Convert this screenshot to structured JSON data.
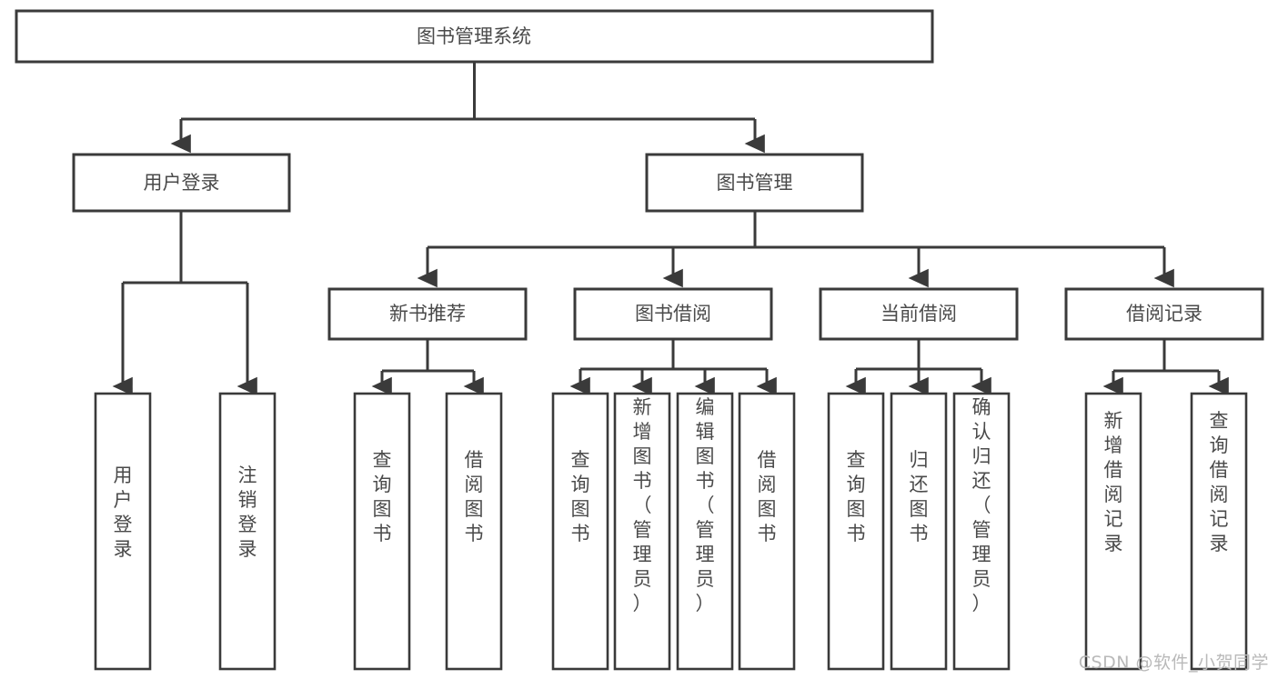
{
  "diagram": {
    "type": "tree-hierarchy-flowchart",
    "title": "图书管理系统",
    "orientation": "top-down",
    "watermark": "CSDN @软件_小贺同学",
    "colors": {
      "box_fill": "#ffffff",
      "box_stroke": "#3a3a3a",
      "text": "#4a4a4a",
      "background": "#ffffff",
      "watermark": "#b9b9b9"
    },
    "root": {
      "id": "root",
      "label": "图书管理系统"
    },
    "level2": [
      {
        "id": "user-login",
        "label": "用户登录"
      },
      {
        "id": "book-management",
        "label": "图书管理"
      }
    ],
    "level3": [
      {
        "id": "new-book-recommend",
        "label": "新书推荐",
        "parent": "book-management"
      },
      {
        "id": "book-borrow",
        "label": "图书借阅",
        "parent": "book-management"
      },
      {
        "id": "current-borrow",
        "label": "当前借阅",
        "parent": "book-management"
      },
      {
        "id": "borrow-record",
        "label": "借阅记录",
        "parent": "book-management"
      }
    ],
    "leaves": [
      {
        "id": "leaf-user-login",
        "label": "用户登录",
        "parent": "user-login"
      },
      {
        "id": "leaf-logout-login",
        "label": "注销登录",
        "parent": "user-login"
      },
      {
        "id": "leaf-query-book-1",
        "label": "查询图书",
        "parent": "new-book-recommend"
      },
      {
        "id": "leaf-borrow-book-1",
        "label": "借阅图书",
        "parent": "new-book-recommend"
      },
      {
        "id": "leaf-query-book-2",
        "label": "查询图书",
        "parent": "book-borrow"
      },
      {
        "id": "leaf-add-book",
        "label": "新增图书（管理员）",
        "parent": "book-borrow"
      },
      {
        "id": "leaf-edit-book",
        "label": "编辑图书（管理员）",
        "parent": "book-borrow"
      },
      {
        "id": "leaf-borrow-book-2",
        "label": "借阅图书",
        "parent": "book-borrow"
      },
      {
        "id": "leaf-query-book-3",
        "label": "查询图书",
        "parent": "current-borrow"
      },
      {
        "id": "leaf-return-book",
        "label": "归还图书",
        "parent": "current-borrow"
      },
      {
        "id": "leaf-confirm-return",
        "label": "确认归还（管理员）",
        "parent": "current-borrow"
      },
      {
        "id": "leaf-add-record",
        "label": "新增借阅记录",
        "parent": "borrow-record"
      },
      {
        "id": "leaf-query-record",
        "label": "查询借阅记录",
        "parent": "borrow-record"
      }
    ]
  }
}
